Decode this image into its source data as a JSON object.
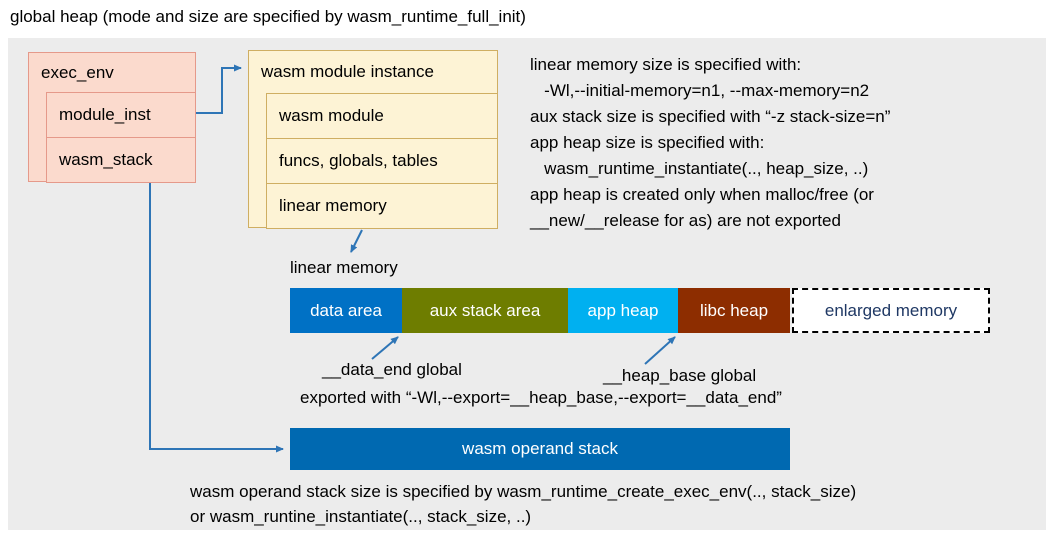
{
  "page": {
    "title": "global heap (mode and size are specified by wasm_runtime_full_init)"
  },
  "exec_env": {
    "label": "exec_env",
    "children": [
      {
        "label": "module_inst"
      },
      {
        "label": "wasm_stack"
      }
    ]
  },
  "module_instance": {
    "label": "wasm module instance",
    "children": [
      {
        "label": "wasm module"
      },
      {
        "label": "funcs, globals, tables"
      },
      {
        "label": "linear memory"
      }
    ]
  },
  "linear_memory": {
    "label": "linear memory",
    "segments": [
      {
        "label": "data area",
        "color": "#0071c5",
        "text_color": "#ffffff"
      },
      {
        "label": "aux stack area",
        "color": "#6e7d00",
        "text_color": "#ffffff"
      },
      {
        "label": "app heap",
        "color": "#00b0f0",
        "text_color": "#ffffff"
      },
      {
        "label": "libc heap",
        "color": "#8d2d00",
        "text_color": "#ffffff"
      },
      {
        "label": "enlarged memory",
        "color": "#ffffff",
        "text_color": "#1f3864"
      }
    ],
    "annotations": {
      "data_end": "__data_end global",
      "heap_base": "__heap_base global",
      "export_line": "exported with “-Wl,--export=__heap_base,--export=__data_end”"
    }
  },
  "notes_right": {
    "lines": [
      "linear memory size is specified with:",
      "   -Wl,--initial-memory=n1, --max-memory=n2",
      "aux stack size is specified with “-z stack-size=n”",
      "app heap size is specified with:",
      "   wasm_runtime_instantiate(.., heap_size, ..)",
      "app heap is created only when malloc/free (or",
      "__new/__release for as) are not exported"
    ]
  },
  "operand_stack": {
    "label": "wasm operand stack",
    "notes": [
      "wasm operand stack size is specified by wasm_runtime_create_exec_env(.., stack_size)",
      "or wasm_runtine_instantiate(.., stack_size, ..)"
    ]
  },
  "colors": {
    "panel_bg": "#ececec",
    "exec_env_fill": "#fbdacd",
    "exec_env_border": "#e5998a",
    "module_instance_fill": "#fdf3d5",
    "module_instance_border": "#cfae62",
    "operand_stack_fill": "#0069b1",
    "arrow": "#2e75b6",
    "enlarged_memory_border": "#000000"
  }
}
